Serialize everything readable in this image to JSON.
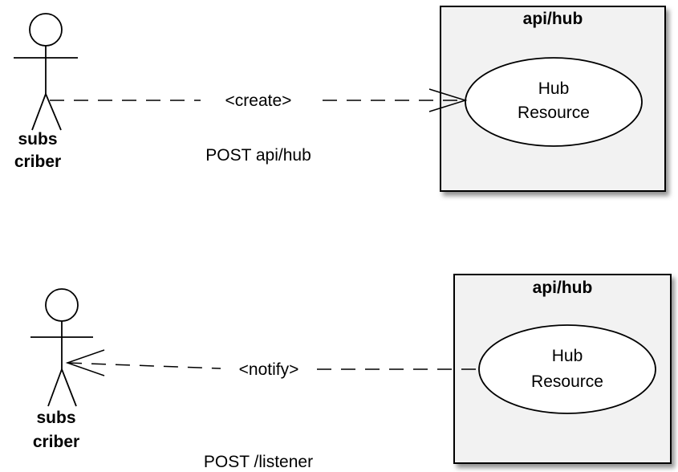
{
  "diagrams": [
    {
      "id": "create",
      "actor": {
        "name_line1": "subs",
        "name_line2": "criber"
      },
      "box": {
        "title": "api/hub"
      },
      "usecase": {
        "line1": "Hub",
        "line2": "Resource"
      },
      "message": {
        "label": "<create>",
        "direction": "actor-to-resource"
      },
      "caption": "POST api/hub"
    },
    {
      "id": "notify",
      "actor": {
        "name_line1": "subs",
        "name_line2": "criber"
      },
      "box": {
        "title": "api/hub"
      },
      "usecase": {
        "line1": "Hub",
        "line2": "Resource"
      },
      "message": {
        "label": "<notify>",
        "direction": "resource-to-actor"
      },
      "caption": "POST /listener"
    }
  ],
  "colors": {
    "box_fill": "#f2f2f2",
    "box_shadow": "#888888",
    "line": "#000000"
  }
}
